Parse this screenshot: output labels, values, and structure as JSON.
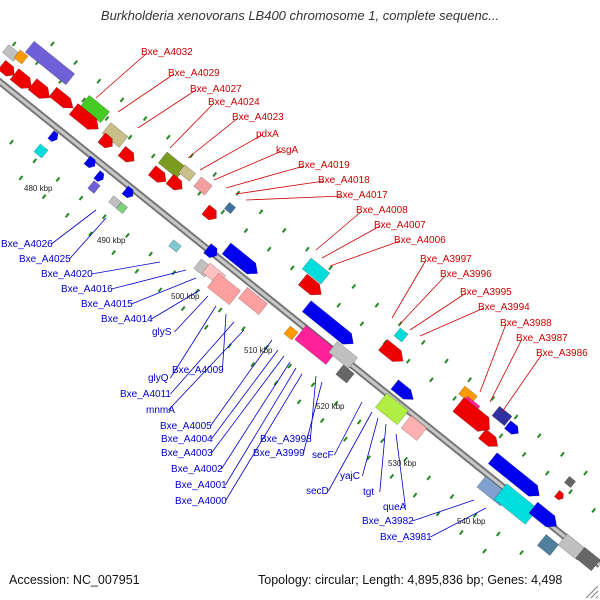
{
  "title": "Burkholderia xenovorans LB400 chromosome 1, complete sequenc...",
  "footer": {
    "accession": "Accession: NC_007951",
    "meta": "Topology: circular; Length: 4,895,836 bp; Genes: 4,498"
  },
  "colors": {
    "forward_label": "#cc0000",
    "reverse_label": "#0000cc",
    "forward_gene": "#ee0000",
    "reverse_gene": "#0000ee",
    "backbone": "#888888",
    "tick": "#228822"
  },
  "kbp_labels": [
    "480 kbp",
    "490 kbp",
    "500 kbp",
    "510 kbp",
    "520 kbp",
    "530 kbp",
    "540 kbp"
  ],
  "forward_labels": [
    "Bxe_A4032",
    "Bxe_A4029",
    "Bxe_A4027",
    "Bxe_A4024",
    "Bxe_A4023",
    "pdxA",
    "ksgA",
    "Bxe_A4019",
    "Bxe_A4018",
    "Bxe_A4017",
    "Bxe_A4008",
    "Bxe_A4007",
    "Bxe_A4006",
    "Bxe_A3997",
    "Bxe_A3996",
    "Bxe_A3995",
    "Bxe_A3994",
    "Bxe_A3988",
    "Bxe_A3987",
    "Bxe_A3986"
  ],
  "reverse_labels": [
    "Bxe_A4026",
    "Bxe_A4025",
    "Bxe_A4020",
    "Bxe_A4016",
    "Bxe_A4015",
    "Bxe_A4014",
    "glyS",
    "glyQ",
    "Bxe_A4009",
    "Bxe_A4011",
    "mnmA",
    "Bxe_A4005",
    "Bxe_A4004",
    "Bxe_A4003",
    "Bxe_A3998",
    "Bxe_A3999",
    "Bxe_A4002",
    "Bxe_A4001",
    "Bxe_A4000",
    "secF",
    "secD",
    "yajC",
    "tgt",
    "queA",
    "Bxe_A3982",
    "Bxe_A3981"
  ]
}
